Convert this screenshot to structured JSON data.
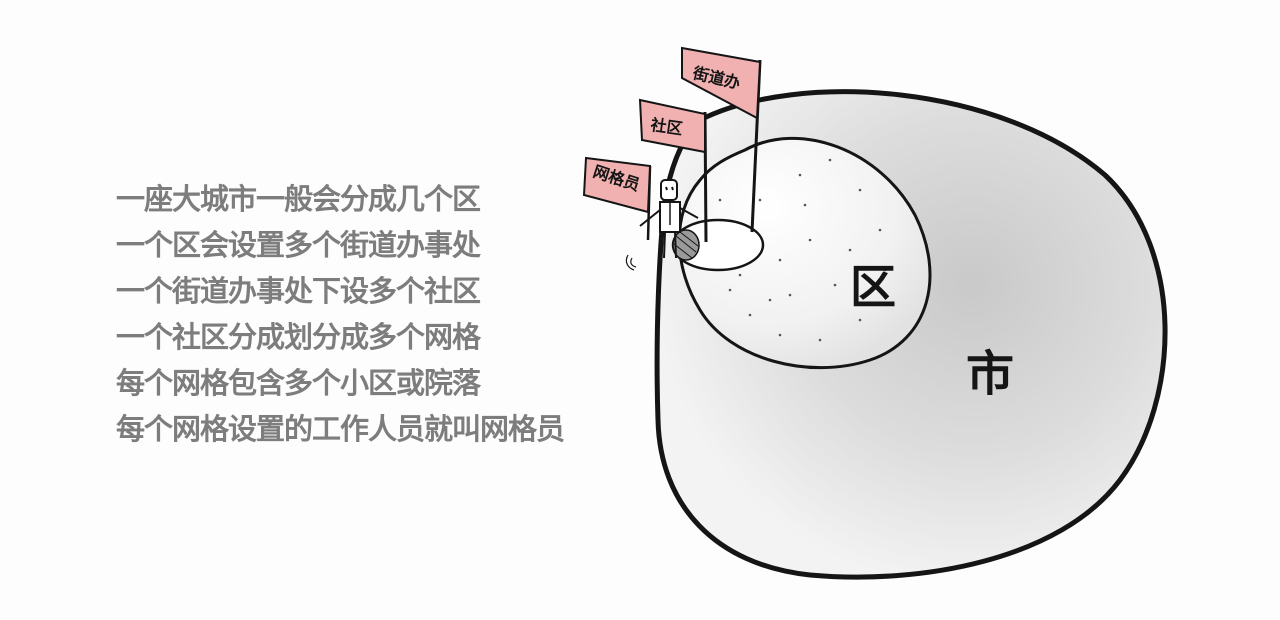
{
  "description_lines": [
    "一座大城市一般会分成几个区",
    "一个区会设置多个街道办事处",
    "一个街道办事处下设多个社区",
    "一个社区分成划分成多个网格",
    "每个网格包含多个小区或院落",
    "每个网格设置的工作人员就叫网格员"
  ],
  "regions": {
    "city": "市",
    "district": "区"
  },
  "flags": {
    "street_office": "街道办",
    "community": "社区",
    "grid_member": "网格员"
  },
  "colors": {
    "text": "#7d7d7d",
    "ink": "#151515",
    "flag_fill": "#f2b1b1",
    "wash": "#d6d6d6"
  }
}
